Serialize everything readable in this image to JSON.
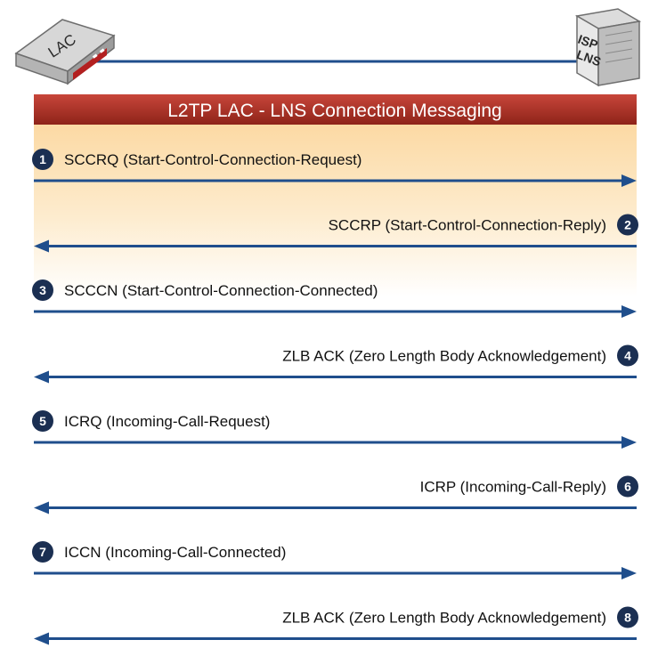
{
  "devices": {
    "lac": {
      "label": "LAC"
    },
    "lns": {
      "label_line1": "ISP",
      "label_line2": "LNS"
    }
  },
  "banner": {
    "title": "L2TP LAC - LNS Connection Messaging"
  },
  "colors": {
    "arrow": "#1f4e8c",
    "step_circle": "#1b2f52",
    "banner": "#b4372a",
    "highlight": "#fde7c4"
  },
  "messages": [
    {
      "step": "1",
      "label": "SCCRQ (Start-Control-Connection-Request)",
      "direction": "lac-to-lns"
    },
    {
      "step": "2",
      "label": "SCCRP (Start-Control-Connection-Reply)",
      "direction": "lns-to-lac"
    },
    {
      "step": "3",
      "label": "SCCCN (Start-Control-Connection-Connected)",
      "direction": "lac-to-lns"
    },
    {
      "step": "4",
      "label": "ZLB ACK (Zero Length Body Acknowledgement)",
      "direction": "lns-to-lac"
    },
    {
      "step": "5",
      "label": "ICRQ (Incoming-Call-Request)",
      "direction": "lac-to-lns"
    },
    {
      "step": "6",
      "label": "ICRP (Incoming-Call-Reply)",
      "direction": "lns-to-lac"
    },
    {
      "step": "7",
      "label": "ICCN (Incoming-Call-Connected)",
      "direction": "lac-to-lns"
    },
    {
      "step": "8",
      "label": "ZLB ACK (Zero Length Body Acknowledgement)",
      "direction": "lns-to-lac"
    }
  ]
}
